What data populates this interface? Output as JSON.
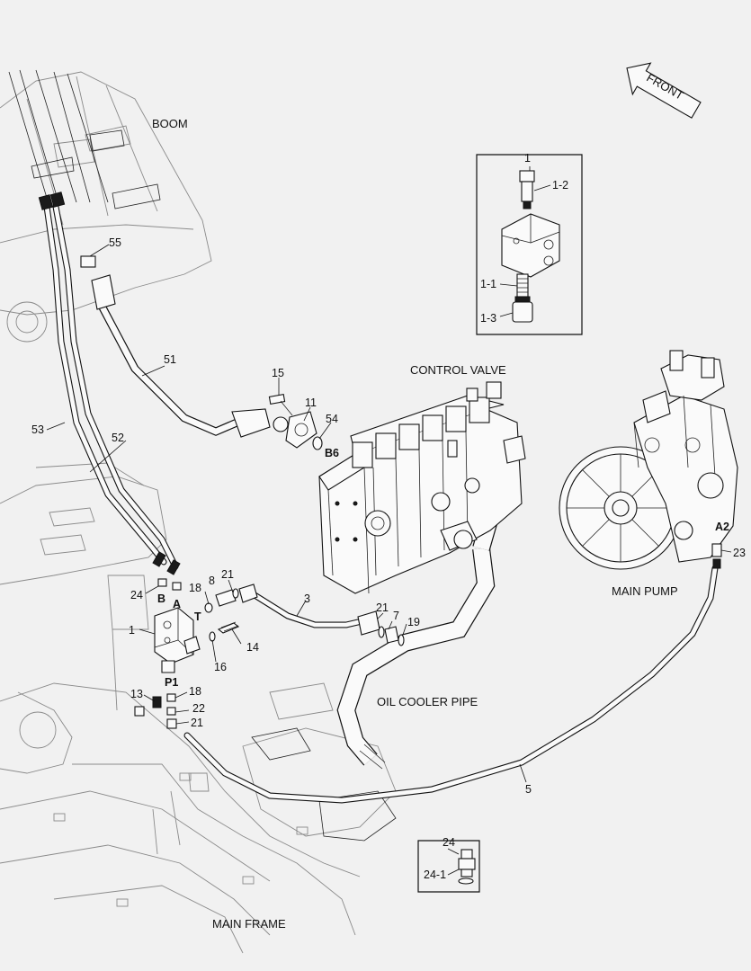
{
  "captions": {
    "boom": "BOOM",
    "control_valve": "CONTROL VALVE",
    "main_pump": "MAIN PUMP",
    "oil_cooler_pipe": "OIL COOLER PIPE",
    "main_frame": "MAIN FRAME",
    "front": "FRONT"
  },
  "ports": {
    "b6": "B6",
    "a2": "A2",
    "b": "B",
    "a": "A",
    "t": "T",
    "p1": "P1"
  },
  "callouts": {
    "c1_inset_title": "1",
    "c1_2": "1-2",
    "c1_1": "1-1",
    "c1_3": "1-3",
    "c55": "55",
    "c51": "51",
    "c15": "15",
    "c11": "11",
    "c54": "54",
    "c53": "53",
    "c52": "52",
    "c24": "24",
    "c18_top": "18",
    "c8": "8",
    "c21_top": "21",
    "c3": "3",
    "c1_valve": "1",
    "c14": "14",
    "c16": "16",
    "c21_mid": "21",
    "c7": "7",
    "c19": "19",
    "c13": "13",
    "c18_bot": "18",
    "c22": "22",
    "c21_bot": "21",
    "c23": "23",
    "c5": "5",
    "c24_inset_title": "24",
    "c24_1": "24-1"
  }
}
